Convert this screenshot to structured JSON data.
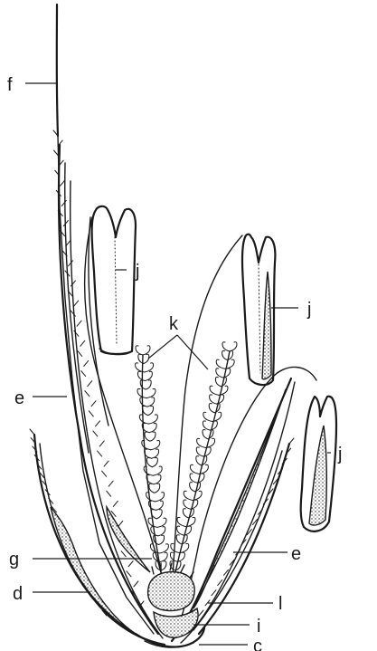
{
  "labels": {
    "f": "f",
    "e_left": "e",
    "e_right": "e",
    "g": "g",
    "d": "d",
    "c": "c",
    "i": "i",
    "l": "l",
    "k": "k",
    "j_top_left": "j",
    "j_top_right": "j",
    "j_right": "j"
  }
}
